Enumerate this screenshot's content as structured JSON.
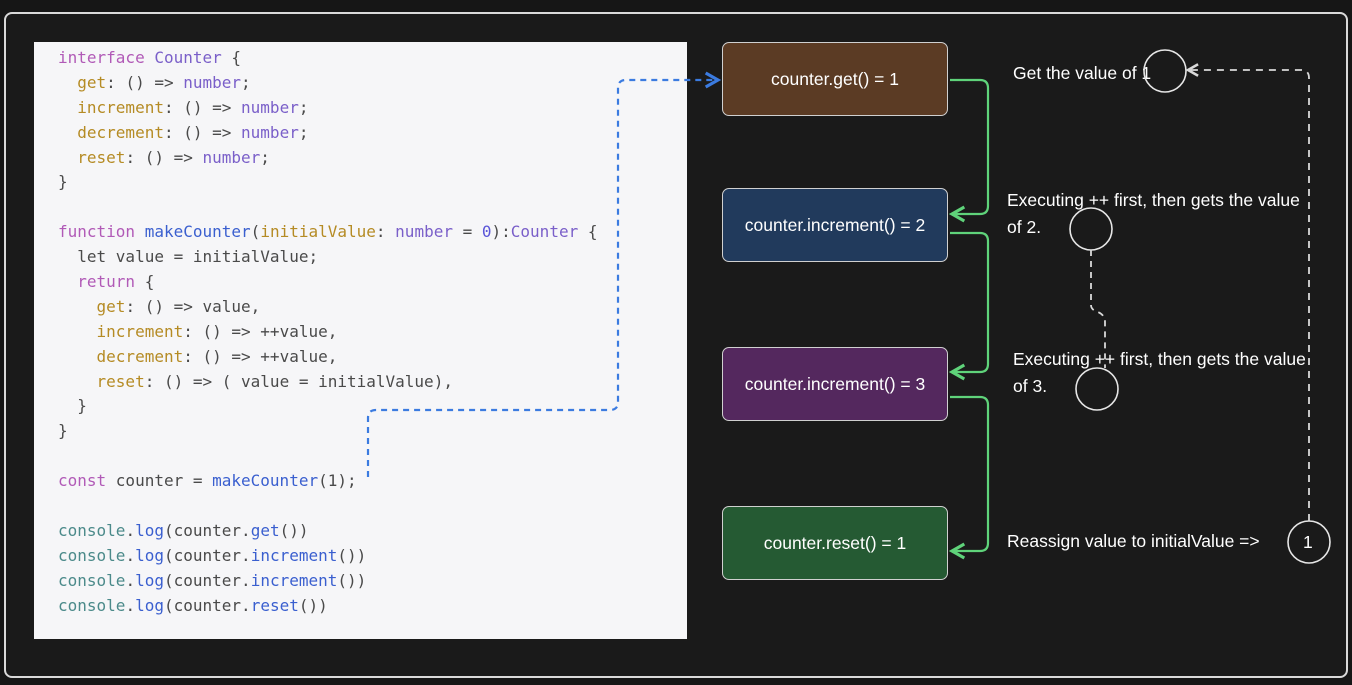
{
  "code": {
    "lines": [
      [
        {
          "t": "interface ",
          "c": "kw"
        },
        {
          "t": "Counter",
          "c": "ty"
        },
        {
          "t": " {",
          "c": "pl"
        }
      ],
      [
        {
          "t": "  ",
          "c": "pl"
        },
        {
          "t": "get",
          "c": "pr"
        },
        {
          "t": ": () => ",
          "c": "pl"
        },
        {
          "t": "number",
          "c": "ty"
        },
        {
          "t": ";",
          "c": "pl"
        }
      ],
      [
        {
          "t": "  ",
          "c": "pl"
        },
        {
          "t": "increment",
          "c": "pr"
        },
        {
          "t": ": () => ",
          "c": "pl"
        },
        {
          "t": "number",
          "c": "ty"
        },
        {
          "t": ";",
          "c": "pl"
        }
      ],
      [
        {
          "t": "  ",
          "c": "pl"
        },
        {
          "t": "decrement",
          "c": "pr"
        },
        {
          "t": ": () => ",
          "c": "pl"
        },
        {
          "t": "number",
          "c": "ty"
        },
        {
          "t": ";",
          "c": "pl"
        }
      ],
      [
        {
          "t": "  ",
          "c": "pl"
        },
        {
          "t": "reset",
          "c": "pr"
        },
        {
          "t": ": () => ",
          "c": "pl"
        },
        {
          "t": "number",
          "c": "ty"
        },
        {
          "t": ";",
          "c": "pl"
        }
      ],
      [
        {
          "t": "}",
          "c": "pl"
        }
      ],
      [],
      [
        {
          "t": "function ",
          "c": "kw"
        },
        {
          "t": "makeCounter",
          "c": "fn"
        },
        {
          "t": "(",
          "c": "pl"
        },
        {
          "t": "initialValue",
          "c": "pr"
        },
        {
          "t": ": ",
          "c": "pl"
        },
        {
          "t": "number",
          "c": "ty"
        },
        {
          "t": " = ",
          "c": "pl"
        },
        {
          "t": "0",
          "c": "num"
        },
        {
          "t": "):",
          "c": "pl"
        },
        {
          "t": "Counter",
          "c": "ty"
        },
        {
          "t": " {",
          "c": "pl"
        }
      ],
      [
        {
          "t": "  let value = initialValue;",
          "c": "pl"
        }
      ],
      [
        {
          "t": "  ",
          "c": "pl"
        },
        {
          "t": "return",
          "c": "kw"
        },
        {
          "t": " {",
          "c": "pl"
        }
      ],
      [
        {
          "t": "    ",
          "c": "pl"
        },
        {
          "t": "get",
          "c": "pr"
        },
        {
          "t": ": () => value,",
          "c": "pl"
        }
      ],
      [
        {
          "t": "    ",
          "c": "pl"
        },
        {
          "t": "increment",
          "c": "pr"
        },
        {
          "t": ": () => ++value,",
          "c": "pl"
        }
      ],
      [
        {
          "t": "    ",
          "c": "pl"
        },
        {
          "t": "decrement",
          "c": "pr"
        },
        {
          "t": ": () => ++value,",
          "c": "pl"
        }
      ],
      [
        {
          "t": "    ",
          "c": "pl"
        },
        {
          "t": "reset",
          "c": "pr"
        },
        {
          "t": ": () => ( value = initialValue),",
          "c": "pl"
        }
      ],
      [
        {
          "t": "  }",
          "c": "pl"
        }
      ],
      [
        {
          "t": "}",
          "c": "pl"
        }
      ],
      [],
      [
        {
          "t": "const ",
          "c": "kw"
        },
        {
          "t": "counter = ",
          "c": "pl"
        },
        {
          "t": "makeCounter",
          "c": "fn"
        },
        {
          "t": "(1);",
          "c": "pl"
        }
      ],
      [],
      [
        {
          "t": "console",
          "c": "cn"
        },
        {
          "t": ".",
          "c": "pl"
        },
        {
          "t": "log",
          "c": "fn"
        },
        {
          "t": "(counter.",
          "c": "pl"
        },
        {
          "t": "get",
          "c": "fn"
        },
        {
          "t": "())",
          "c": "pl"
        }
      ],
      [
        {
          "t": "console",
          "c": "cn"
        },
        {
          "t": ".",
          "c": "pl"
        },
        {
          "t": "log",
          "c": "fn"
        },
        {
          "t": "(counter.",
          "c": "pl"
        },
        {
          "t": "increment",
          "c": "fn"
        },
        {
          "t": "())",
          "c": "pl"
        }
      ],
      [
        {
          "t": "console",
          "c": "cn"
        },
        {
          "t": ".",
          "c": "pl"
        },
        {
          "t": "log",
          "c": "fn"
        },
        {
          "t": "(counter.",
          "c": "pl"
        },
        {
          "t": "increment",
          "c": "fn"
        },
        {
          "t": "())",
          "c": "pl"
        }
      ],
      [
        {
          "t": "console",
          "c": "cn"
        },
        {
          "t": ".",
          "c": "pl"
        },
        {
          "t": "log",
          "c": "fn"
        },
        {
          "t": "(counter.",
          "c": "pl"
        },
        {
          "t": "reset",
          "c": "fn"
        },
        {
          "t": "())",
          "c": "pl"
        }
      ]
    ]
  },
  "calls": {
    "get": "counter.get() = 1",
    "increment_1": "counter.increment() = 2",
    "increment_2": "counter.increment() = 3",
    "reset": "counter.reset() = 1"
  },
  "notes": {
    "get": "Get the value of 1",
    "increment_1": "Executing ++ first, then gets the value of 2.",
    "increment_2": "Executing ++ first, then gets the value of 3.",
    "reset": "Reassign value to initialValue =>",
    "reset_value": "1"
  },
  "colors": {
    "background": "#161616",
    "code_panel": "#f6f6f8",
    "get_box": "#5b3b24",
    "increment_box_1": "#213a5c",
    "increment_box_2": "#54285e",
    "reset_box": "#255a33",
    "flow_arrow": "#5fd37a",
    "link_arrow": "#3b7be0",
    "annotation_arrow": "#d9d9d9"
  }
}
